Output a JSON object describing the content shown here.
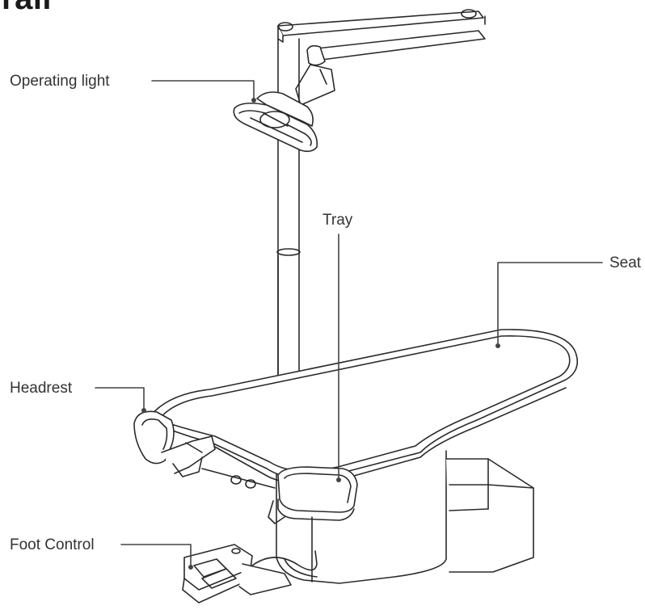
{
  "header": {
    "title": "rair"
  },
  "labels": {
    "operating_light": "Operating light",
    "seat": "Seat",
    "tray": "Tray",
    "headrest": "Headrest",
    "foot_control": "Foot Control"
  },
  "colors": {
    "outline": "#2b2b2b",
    "callout": "#444444",
    "text": "#333333"
  }
}
